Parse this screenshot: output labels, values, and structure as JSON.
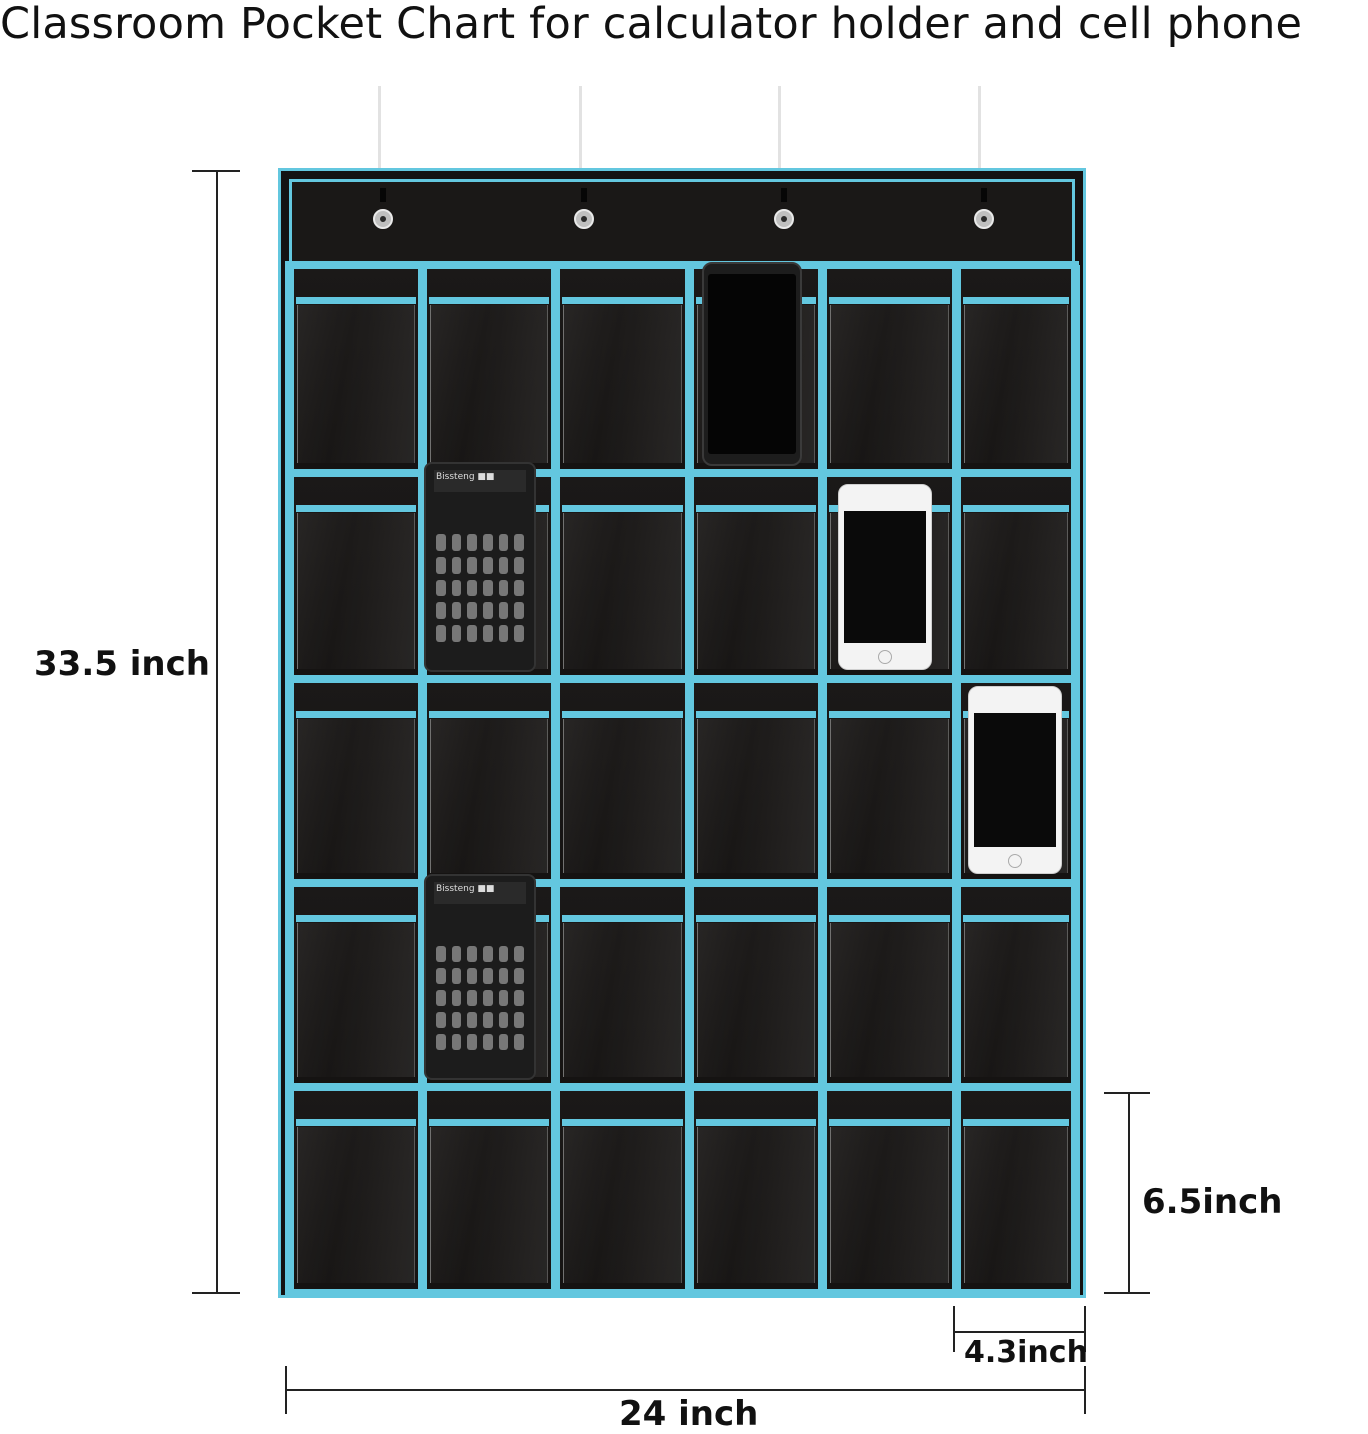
{
  "title": "Classroom Pocket Chart for calculator holder and cell phone",
  "dimensions": {
    "height": "33.5 inch",
    "width": "24 inch",
    "pocket_height": "6.5inch",
    "pocket_width": "4.3inch"
  },
  "colors": {
    "trim": "#63c7df",
    "fabric": "#141212"
  }
}
